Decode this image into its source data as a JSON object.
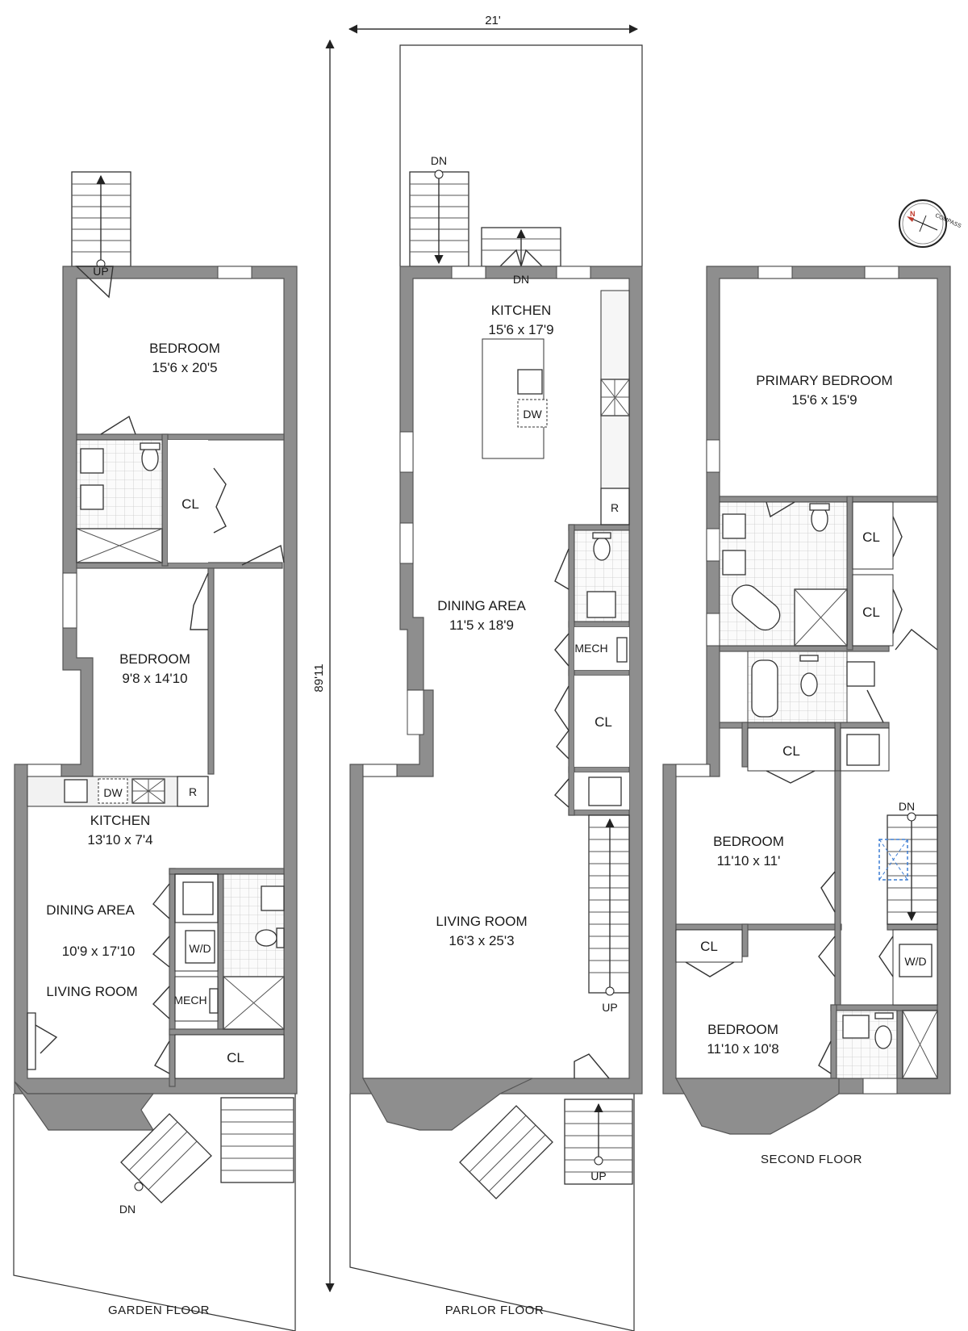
{
  "dimensions": {
    "width": "21'",
    "depth": "89'11"
  },
  "compass_label": "COMPASS",
  "compass_dir": "N",
  "floors": {
    "garden": {
      "caption": "GARDEN FLOOR",
      "bedroom1": {
        "name": "BEDROOM",
        "size": "15'6 x 20'5"
      },
      "bedroom2": {
        "name": "BEDROOM",
        "size": "9'8 x 14'10"
      },
      "kitchen": {
        "name": "KITCHEN",
        "size": "13'10 x 7'4"
      },
      "dining": "DINING AREA",
      "living_size": "10'9 x 17'10",
      "living": "LIVING ROOM",
      "cl1": "CL",
      "cl2": "CL",
      "dw": "DW",
      "r": "R",
      "wd": "W/D",
      "mech": "MECH",
      "up": "UP",
      "dn": "DN"
    },
    "parlor": {
      "caption": "PARLOR FLOOR",
      "kitchen": {
        "name": "KITCHEN",
        "size": "15'6 x 17'9"
      },
      "dining": {
        "name": "DINING AREA",
        "size": "11'5 x 18'9"
      },
      "living": {
        "name": "LIVING ROOM",
        "size": "16'3 x 25'3"
      },
      "dw": "DW",
      "r": "R",
      "mech": "MECH",
      "cl": "CL",
      "dn1": "DN",
      "dn2": "DN",
      "up1": "UP",
      "up2": "UP"
    },
    "second": {
      "caption": "SECOND FLOOR",
      "primary": {
        "name": "PRIMARY BEDROOM",
        "size": "15'6 x 15'9"
      },
      "bedroom2": {
        "name": "BEDROOM",
        "size": "11'10 x 11'"
      },
      "bedroom3": {
        "name": "BEDROOM",
        "size": "11'10 x 10'8"
      },
      "cl1": "CL",
      "cl2": "CL",
      "cl3": "CL",
      "cl4": "CL",
      "wd": "W/D",
      "dn": "DN"
    }
  }
}
